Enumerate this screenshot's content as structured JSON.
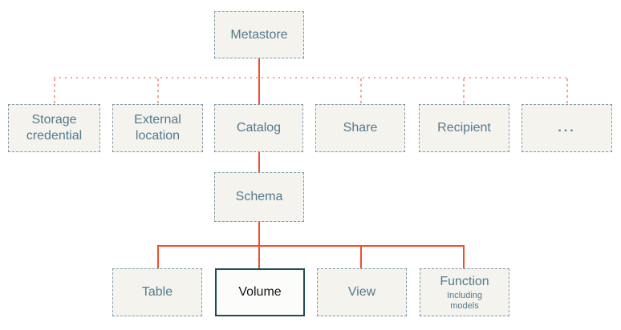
{
  "colors": {
    "line_solid": "#f44d2c",
    "line_dashed": "#f6a496",
    "box_border": "#7d98a7",
    "box_fill": "#f5f3ee",
    "text": "#53798c",
    "volume_border": "#1d4e5c",
    "volume_fill": "#fcfcfa",
    "volume_text": "#121619"
  },
  "nodes": {
    "metastore": {
      "label": "Metastore"
    },
    "level2": [
      {
        "label": "Storage credential"
      },
      {
        "label": "External location"
      },
      {
        "label": "Catalog"
      },
      {
        "label": "Share"
      },
      {
        "label": "Recipient"
      },
      {
        "label": "..."
      }
    ],
    "schema": {
      "label": "Schema"
    },
    "level4": [
      {
        "label": "Table"
      },
      {
        "label": "Volume",
        "highlighted": true
      },
      {
        "label": "View"
      },
      {
        "label": "Function",
        "sublabel": "Including models"
      }
    ]
  }
}
